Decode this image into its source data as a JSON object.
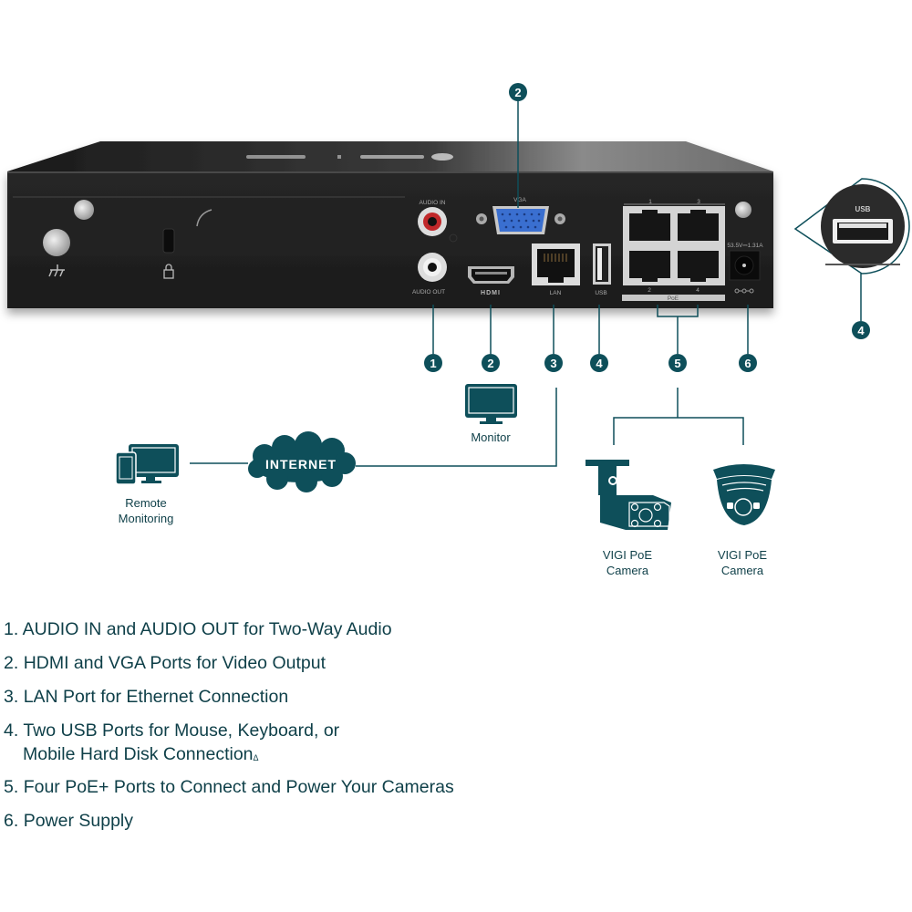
{
  "colors": {
    "accent": "#0e4f5a",
    "text": "#0e3f48",
    "device_body": "#1e1e1e",
    "audio_in_ring": "#c0282a",
    "vga_blue": "#3a6fd0"
  },
  "device": {
    "rear_labels": {
      "audio_in": "AUDIO IN",
      "audio_out": "AUDIO OUT",
      "vga": "VGA",
      "hdmi": "HDMI",
      "lan": "LAN",
      "usb": "USB",
      "poe": "PoE",
      "poe_ports": [
        "1",
        "3",
        "2",
        "4"
      ],
      "power_rating": "53.5V⎓1.31A"
    },
    "icons": [
      "ground-symbol-icon",
      "kensington-lock-icon",
      "vga-port-icon",
      "hdmi-port-icon",
      "lan-port-icon",
      "usb-port-icon",
      "poe-port-icon",
      "dc-power-jack-icon"
    ]
  },
  "callouts": {
    "top_vga": "2",
    "usb_zoom_badge": "4",
    "usb_zoom_label": "USB",
    "numbers": [
      "1",
      "2",
      "3",
      "4",
      "5",
      "6"
    ]
  },
  "topology": {
    "monitor_label": "Monitor",
    "internet_label": "INTERNET",
    "remote_label_line1": "Remote",
    "remote_label_line2": "Monitoring",
    "camera1_line1": "VIGI PoE",
    "camera1_line2": "Camera",
    "camera2_line1": "VIGI PoE",
    "camera2_line2": "Camera"
  },
  "features": [
    {
      "num": "1.",
      "text": "AUDIO IN and AUDIO OUT for Two-Way Audio"
    },
    {
      "num": "2.",
      "text": "HDMI and VGA Ports for Video Output"
    },
    {
      "num": "3.",
      "text": "LAN Port for Ethernet Connection"
    },
    {
      "num": "4.",
      "text": "Two USB Ports for Mouse, Keyboard, or",
      "continuation": "Mobile Hard Disk Connection",
      "footnote": "Δ"
    },
    {
      "num": "5.",
      "text": "Four PoE+ Ports to Connect and Power Your Cameras"
    },
    {
      "num": "6.",
      "text": "Power Supply"
    }
  ]
}
